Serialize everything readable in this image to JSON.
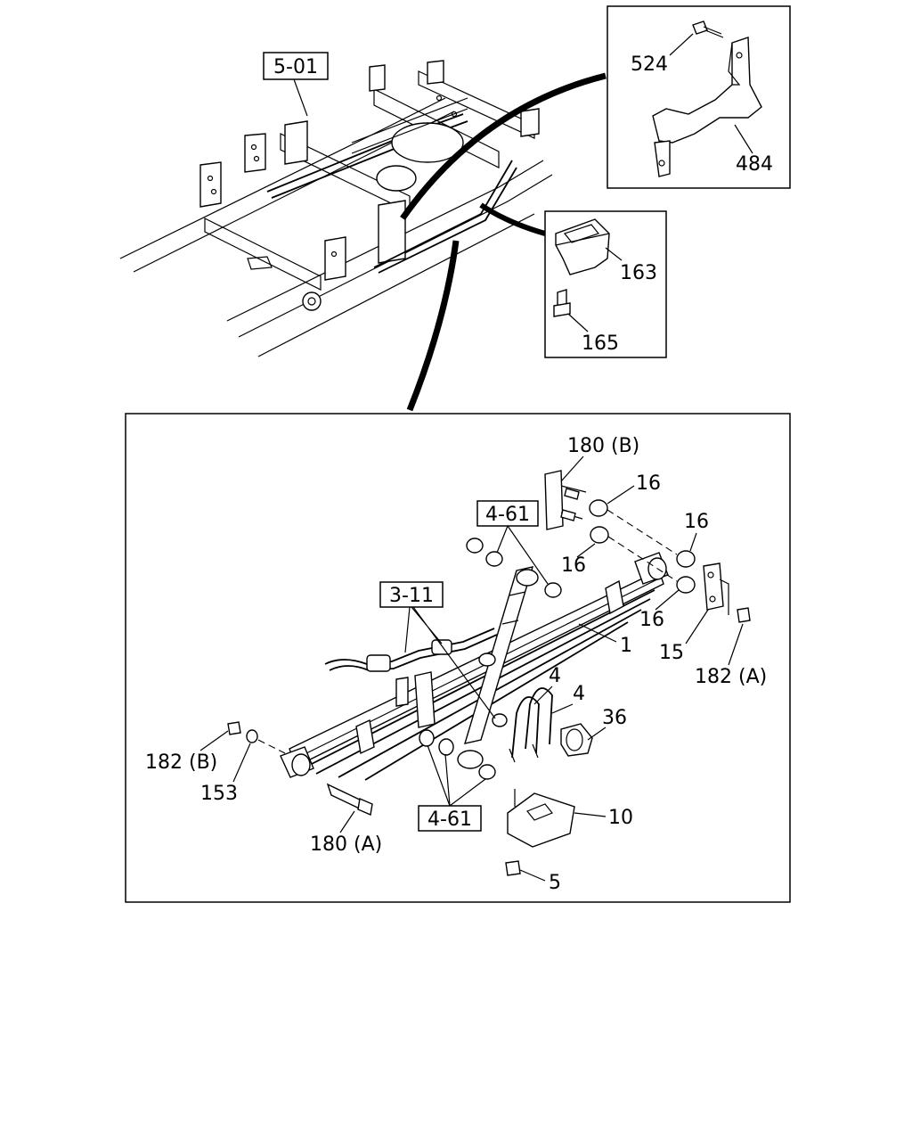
{
  "callouts": {
    "c524": "524",
    "c484": "484",
    "c163": "163",
    "c165": "165",
    "c180b": "180 (B)",
    "c16a": "16",
    "c16b": "16",
    "c16c": "16",
    "c16d": "16",
    "c1": "1",
    "c15": "15",
    "c182a": "182 (A)",
    "c4a": "4",
    "c4b": "4",
    "c36": "36",
    "c182b": "182 (B)",
    "c153": "153",
    "c180a": "180 (A)",
    "c10": "10",
    "c5": "5"
  },
  "refs": {
    "r501": "5-01",
    "r461top": "4-61",
    "r311": "3-11",
    "r461bot": "4-61"
  }
}
